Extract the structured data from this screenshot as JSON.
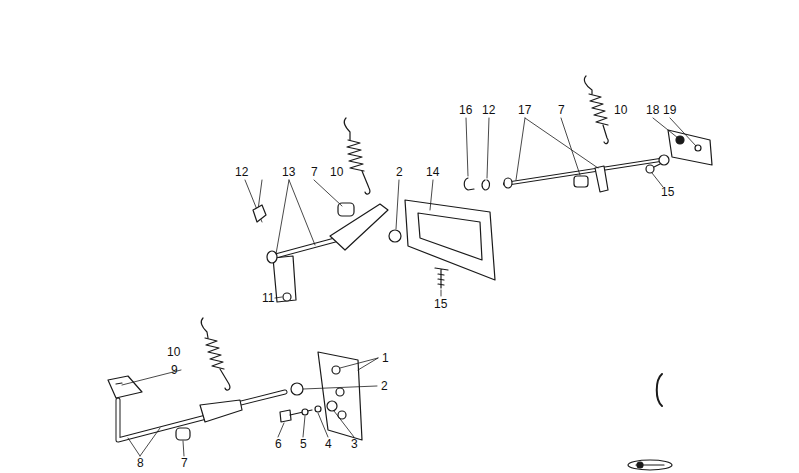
{
  "diagram": {
    "labels": [
      "16",
      "12",
      "17",
      "7",
      "10",
      "18",
      "19",
      "15",
      "12",
      "13",
      "7",
      "10",
      "2",
      "14",
      "11",
      "15",
      "1",
      "10",
      "9",
      "2",
      "6",
      "5",
      "4",
      "3",
      "8",
      "7"
    ]
  }
}
